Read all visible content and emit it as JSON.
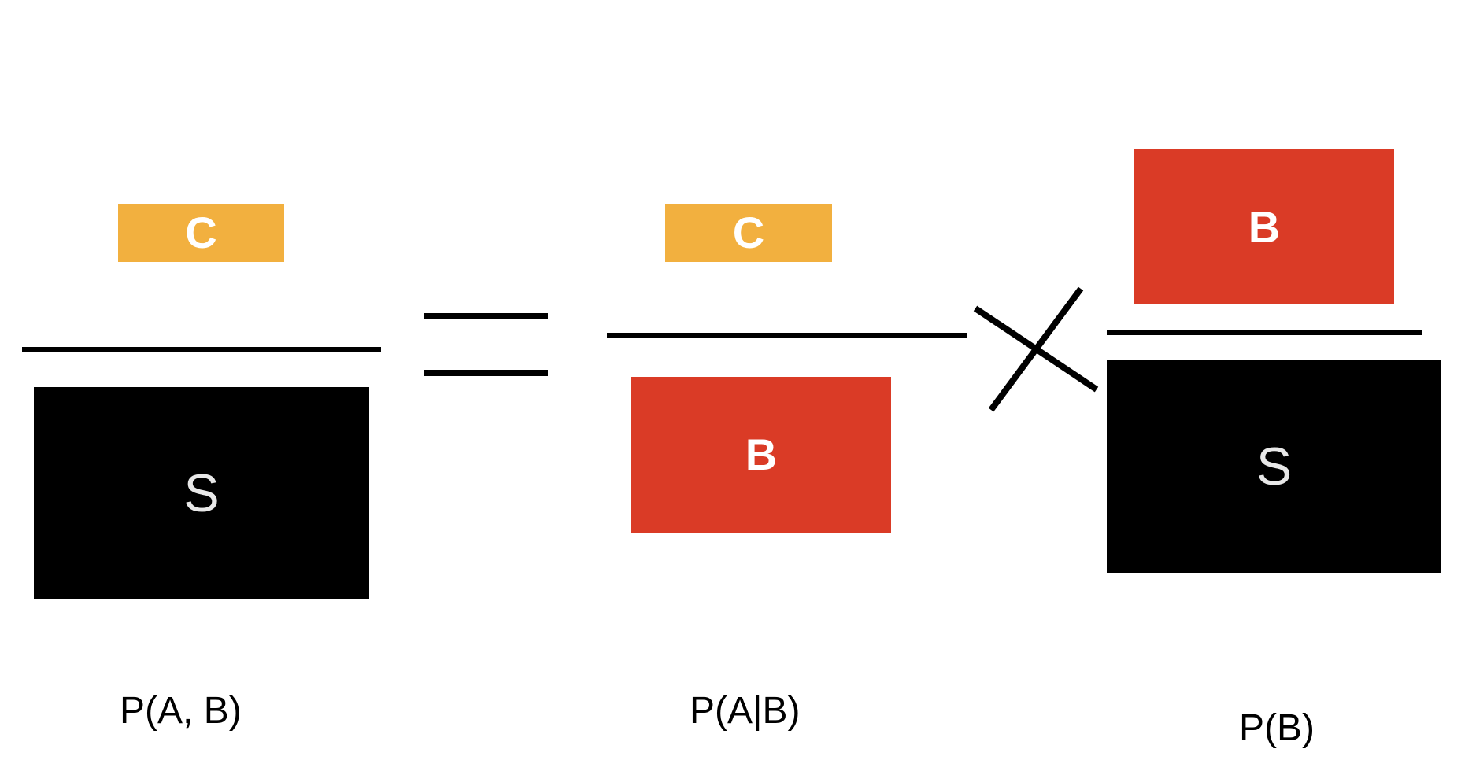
{
  "colors": {
    "orange": "#F2B03F",
    "red": "#DA3B26",
    "black": "#000000",
    "letter_white": "#FFFFFF",
    "letter_grey": "#E8E8E8"
  },
  "left_fraction": {
    "numerator": "C",
    "denominator": "S",
    "caption": "P(A, B)"
  },
  "equals_symbol": "=",
  "middle_fraction": {
    "numerator": "C",
    "denominator": "B",
    "caption": "P(A|B)"
  },
  "times_symbol": "×",
  "right_fraction": {
    "numerator": "B",
    "denominator": "S",
    "caption": "P(B)"
  }
}
